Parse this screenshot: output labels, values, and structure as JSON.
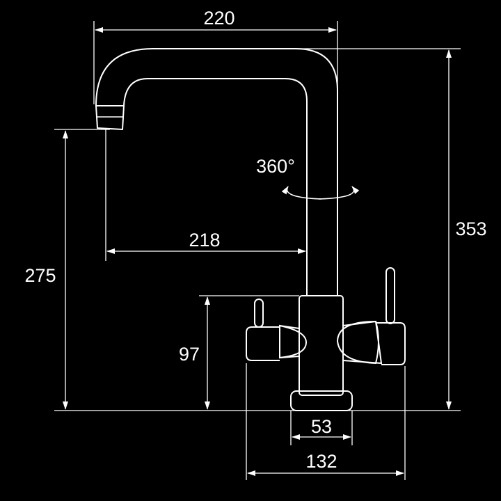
{
  "diagram": {
    "colors": {
      "background": "#000000",
      "stroke": "#ffffff",
      "text": "#ffffff"
    },
    "dimensions": {
      "spout_reach": "220",
      "outlet_to_body": "218",
      "total_height": "353",
      "outlet_height": "275",
      "handle_height": "97",
      "base_diameter": "53",
      "handle_span": "132",
      "rotation": "360°"
    }
  }
}
